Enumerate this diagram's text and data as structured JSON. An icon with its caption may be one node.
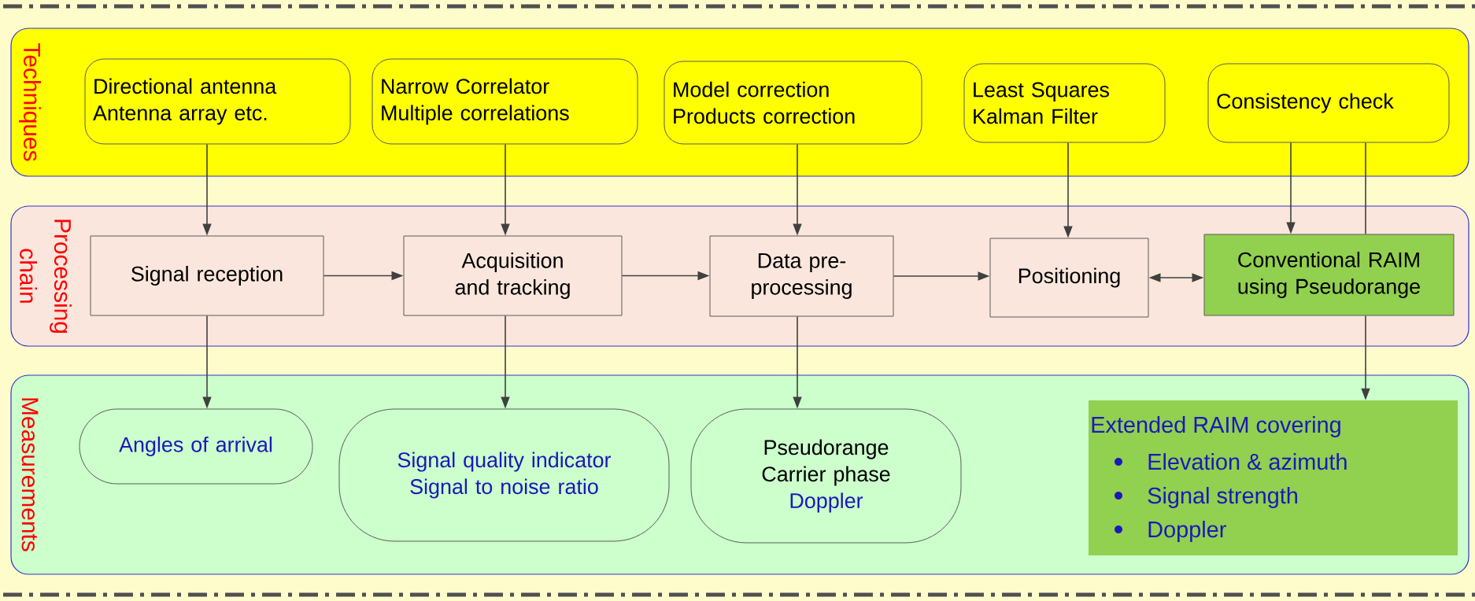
{
  "diagram": {
    "nodes": [
      {
        "text": [
          "Techniques"
        ]
      },
      {
        "text": [
          "Processing chain"
        ]
      },
      {
        "text": [
          "Measurements"
        ]
      },
      {
        "text": [
          "Directional antenna",
          "Antenna array etc."
        ],
        "in": 0
      },
      {
        "text": [
          "Narrow Correlator",
          "Multiple correlations"
        ],
        "in": 0
      },
      {
        "text": [
          "Model correction",
          "Products correction"
        ],
        "in": 0
      },
      {
        "text": [
          "Least Squares",
          "Kalman Filter"
        ],
        "in": 0
      },
      {
        "text": [
          "Consistency check"
        ],
        "in": 0
      },
      {
        "text": [
          "Signal reception"
        ],
        "in": 1
      },
      {
        "text": [
          "Acquisition and tracking"
        ],
        "in": 1
      },
      {
        "text": [
          "Data pre-processing"
        ],
        "in": 1
      },
      {
        "text": [
          "Positioning"
        ],
        "in": 1
      },
      {
        "text": [
          "Conventional RAIM using Pseudorange"
        ],
        "in": 1
      },
      {
        "text": [
          "Angles of arrival"
        ],
        "in": 2
      },
      {
        "text": [
          "Signal quality indicator",
          "Signal to noise ratio"
        ],
        "in": 2
      },
      {
        "text": [
          "Pseudorange",
          "Carrier phase",
          "Doppler"
        ],
        "in": 2
      },
      {
        "text": [
          "Extended RAIM covering",
          "Elevation & azimuth",
          "Signal strength",
          "Doppler"
        ],
        "in": 2
      }
    ],
    "edges": [
      {
        "from": 3,
        "to": 8,
        "arrow": "to"
      },
      {
        "from": 4,
        "to": 9,
        "arrow": "to"
      },
      {
        "from": 5,
        "to": 10,
        "arrow": "to"
      },
      {
        "from": 6,
        "to": 11,
        "arrow": "to"
      },
      {
        "from": 7,
        "to": 12,
        "arrow": "to"
      },
      {
        "from": 7,
        "to": 12,
        "arrow": "none"
      },
      {
        "from": 12,
        "to": 16,
        "arrow": "to"
      },
      {
        "from": 8,
        "to": 9,
        "arrow": "to"
      },
      {
        "from": 9,
        "to": 10,
        "arrow": "to"
      },
      {
        "from": 10,
        "to": 11,
        "arrow": "to"
      },
      {
        "from": 11,
        "to": 12,
        "arrow": "both"
      },
      {
        "from": 8,
        "to": 13,
        "arrow": "to"
      },
      {
        "from": 9,
        "to": 14,
        "arrow": "to"
      },
      {
        "from": 10,
        "to": 15,
        "arrow": "to"
      }
    ]
  }
}
